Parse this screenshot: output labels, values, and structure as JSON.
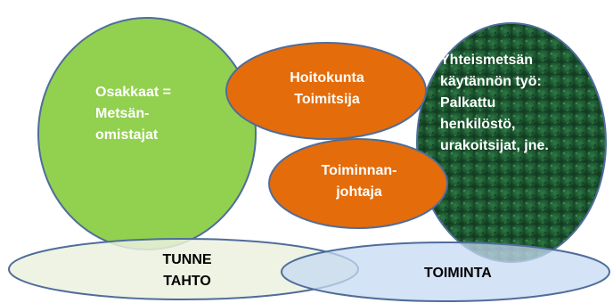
{
  "diagram": {
    "shapes": {
      "osakkaat": {
        "text": "Osakkaat =\nMetsän-\nomistajat",
        "fill": "#92D050"
      },
      "hoitokunta": {
        "text": "Hoitokunta\nToimitsija",
        "fill": "#E46C0A"
      },
      "toiminnanjohtaja": {
        "text": "Toiminnan-\njohtaja",
        "fill": "#E46C0A"
      },
      "yhteismetsa": {
        "text": "Yhteismetsän\nkäytännön työ:\nPalkattu\nhenkilöstö,\nurakoitsijat, jne.",
        "fill": "#1E5A32"
      },
      "tunne_tahto": {
        "text": "TUNNE\nTAHTO",
        "fill": "#EBF1DE"
      },
      "toiminta": {
        "text": "TOIMINTA",
        "fill": "#C6D9F1"
      }
    },
    "outline_color": "#4F6D9B"
  }
}
